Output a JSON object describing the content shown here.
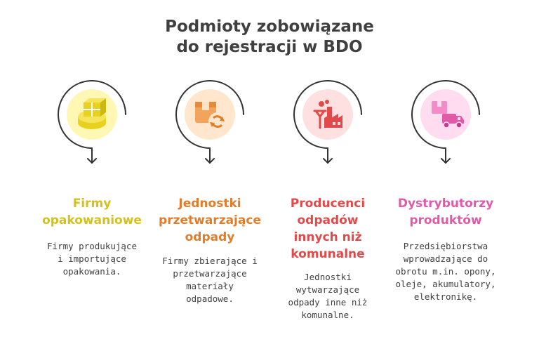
{
  "title": {
    "line1": "Podmioty zobowiązane",
    "line2": "do rejestracji w BDO"
  },
  "columns": [
    {
      "heading_lines": [
        "Firmy",
        "opakowaniowe"
      ],
      "desc_lines": [
        "Firmy produkujące",
        "i importujące",
        "opakowania."
      ],
      "color": "#d4c21a",
      "circle_fill": "#fff7b3",
      "icon": "packages-icon"
    },
    {
      "heading_lines": [
        "Jednostki",
        "przetwarzające",
        "odpady"
      ],
      "desc_lines": [
        "Firmy zbierające i",
        "przetwarzające",
        "materiały",
        "odpadowe."
      ],
      "color": "#e07d2c",
      "circle_fill": "#ffe6cc",
      "icon": "recycle-box-icon"
    },
    {
      "heading_lines": [
        "Producenci",
        "odpadów",
        "innych niż",
        "komunalne"
      ],
      "desc_lines": [
        "Jednostki",
        "wytwarzające",
        "odpady inne niż",
        "komunalne."
      ],
      "color": "#e04a4a",
      "circle_fill": "#ffe0e0",
      "icon": "factory-icon"
    },
    {
      "heading_lines": [
        "Dystrybutorzy",
        "produktów"
      ],
      "desc_lines": [
        "Przedsiębiorstwa",
        "wprowadzające do",
        "obrotu m.in. opony,",
        "oleje, akumulatory,",
        "elektronikę."
      ],
      "color": "#e05aa8",
      "circle_fill": "#ffdcf0",
      "icon": "delivery-truck-icon"
    }
  ]
}
